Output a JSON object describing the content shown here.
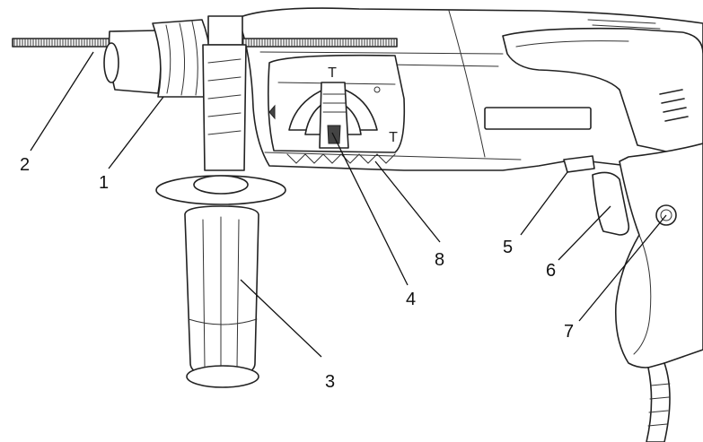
{
  "callouts": [
    {
      "id": "1",
      "label": "1"
    },
    {
      "id": "2",
      "label": "2"
    },
    {
      "id": "3",
      "label": "3"
    },
    {
      "id": "4",
      "label": "4"
    },
    {
      "id": "5",
      "label": "5"
    },
    {
      "id": "6",
      "label": "6"
    },
    {
      "id": "7",
      "label": "7"
    },
    {
      "id": "8",
      "label": "8"
    }
  ],
  "switch_symbols": {
    "left": "T",
    "right": "T"
  }
}
